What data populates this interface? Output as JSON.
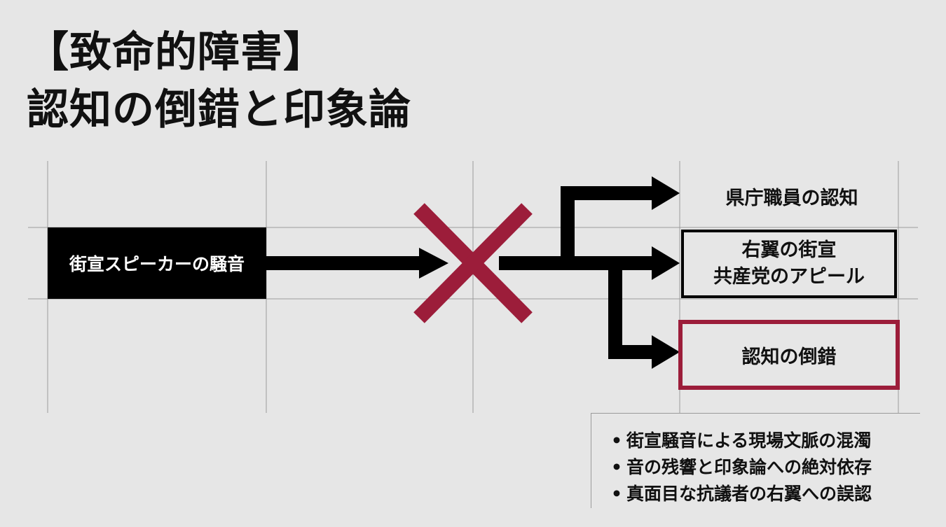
{
  "title": {
    "line1": "【致命的障害】",
    "line2": "認知の倒錯と印象論"
  },
  "diagram": {
    "source": "街宣スピーカーの騒音",
    "outputs": [
      {
        "lines": [
          "県庁職員の認知"
        ]
      },
      {
        "lines": [
          "右翼の街宣",
          "共産党のアピール"
        ]
      },
      {
        "lines": [
          "認知の倒錯"
        ]
      }
    ],
    "colors": {
      "accent": "#9c1d3a",
      "box": "#000000",
      "background": "#e6e6e6"
    }
  },
  "notes": [
    "街宣騒音による現場文脈の混濁",
    "音の残響と印象論への絶対依存",
    "真面目な抗議者の右翼への誤認"
  ]
}
